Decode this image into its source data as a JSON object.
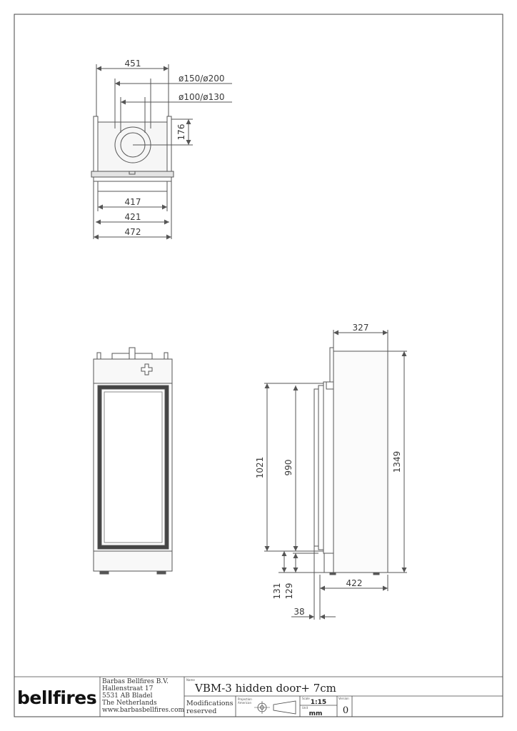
{
  "company": {
    "logo_text": "bellfires",
    "name": "Barbas Bellfires B.V.",
    "street": "Hallenstraat 17",
    "city": "5531 AB Bladel",
    "country": "The Netherlands",
    "website": "www.barbasbellfires.com"
  },
  "title_block": {
    "name_label": "Name",
    "name_value": "VBM-3 hidden door+ 7cm",
    "modifications_line1": "Modifications",
    "modifications_line2": "reserved",
    "projection_label_1": "Projection",
    "projection_label_2": "American",
    "scale_label": "Scale",
    "scale_value": "1:15",
    "unit_label": "Unit",
    "unit_value": "mm",
    "version_label": "Version",
    "version_value": "0"
  },
  "top_view": {
    "dim_width_top": "451",
    "dim_flue_outer": "ø150/ø200",
    "dim_flue_inner": "ø100/ø130",
    "dim_depth_flue": "176",
    "dim_417": "417",
    "dim_421": "421",
    "dim_472": "472"
  },
  "side_view": {
    "dim_top": "327",
    "dim_height_total": "1349",
    "dim_1021": "1021",
    "dim_990": "990",
    "dim_131": "131",
    "dim_129": "129",
    "dim_422": "422",
    "dim_38": "38"
  },
  "colors": {
    "line": "#555555",
    "text": "#3a3a3a",
    "fill_light": "#f2f2f2",
    "glass_dark": "#444444"
  }
}
